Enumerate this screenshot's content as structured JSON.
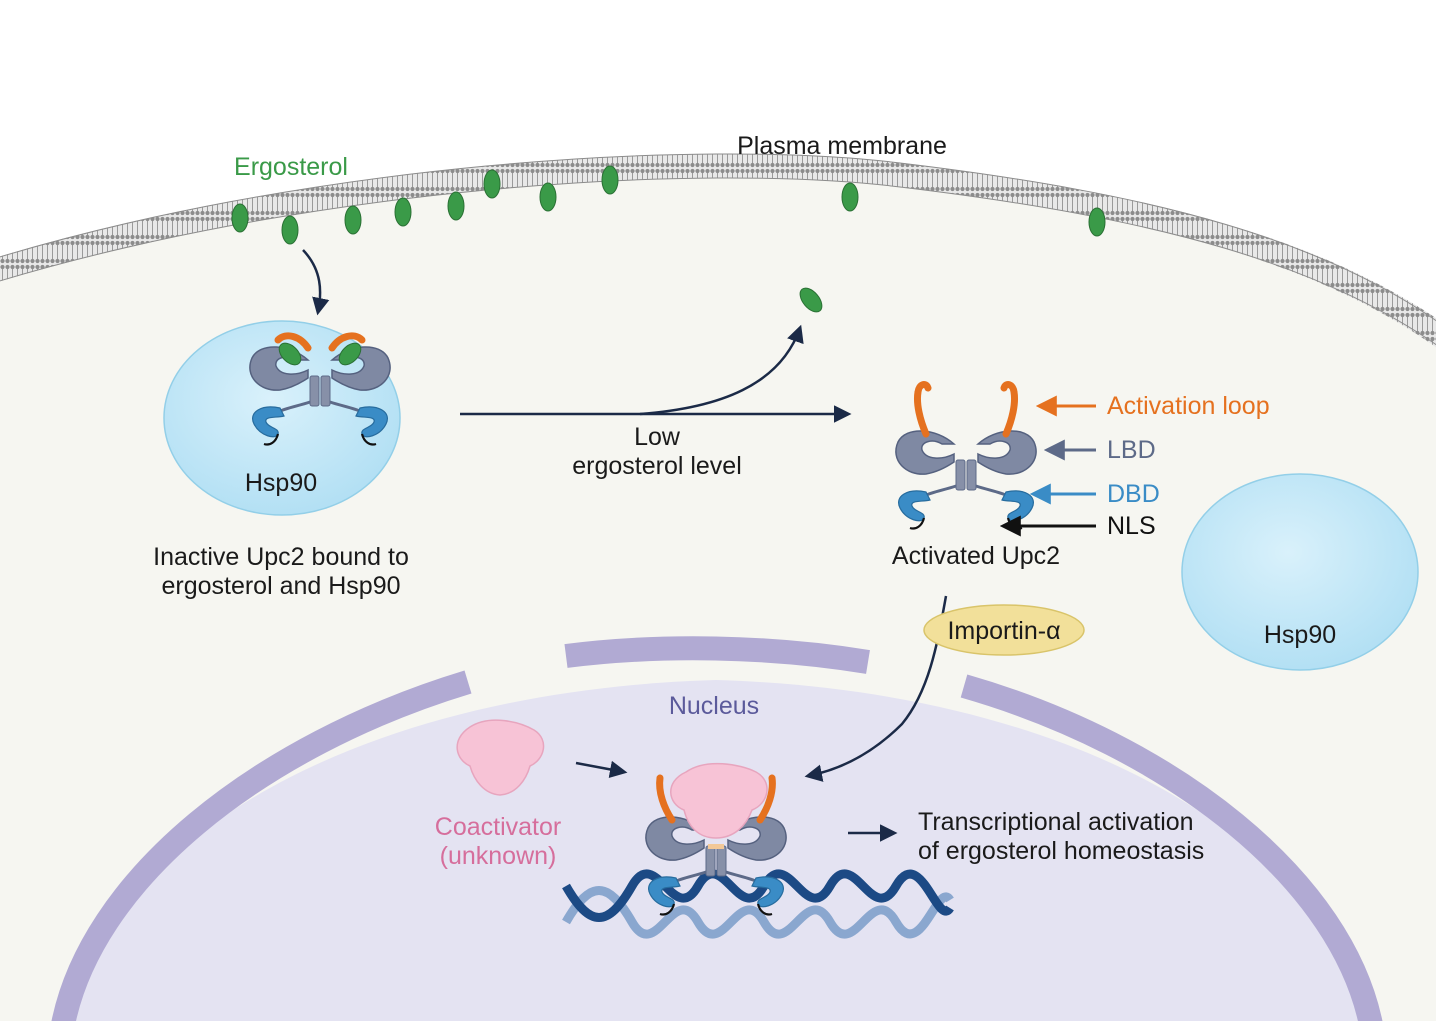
{
  "labels": {
    "plasma_membrane": "Plasma membrane",
    "ergosterol": "Ergosterol",
    "hsp90_left": "Hsp90",
    "inactive_line1": "Inactive Upc2 bound to",
    "inactive_line2": "ergosterol and Hsp90",
    "low_line1": "Low",
    "low_line2": "ergosterol level",
    "activation_loop": "Activation loop",
    "lbd": "LBD",
    "dbd": "DBD",
    "nls": "NLS",
    "activated_upc2": "Activated Upc2",
    "hsp90_right": "Hsp90",
    "importin": "Importin-α",
    "nucleus": "Nucleus",
    "coactivator_line1": "Coactivator",
    "coactivator_line2": "(unknown)",
    "transcription_line1": "Transcriptional activation",
    "transcription_line2": "of ergosterol homeostasis"
  },
  "colors": {
    "ergosterol": "#3a9a48",
    "activation_loop": "#e5711f",
    "lbd": "#5d6a88",
    "dbd": "#3a8cc6",
    "nls": "#111111",
    "hsp90_fill": "#bfe6f7",
    "nucleus_fill": "#e4e3f2",
    "nuclear_envelope": "#b1aad3",
    "cytoplasm": "#f6f6f1",
    "coactivator": "#f7c3d6",
    "coactivator_text": "#d66e9c",
    "importin_fill": "#f2e09a",
    "arrow": "#1b2a47",
    "dna_dark": "#1c4a85",
    "dna_light": "#8aa7cf"
  }
}
